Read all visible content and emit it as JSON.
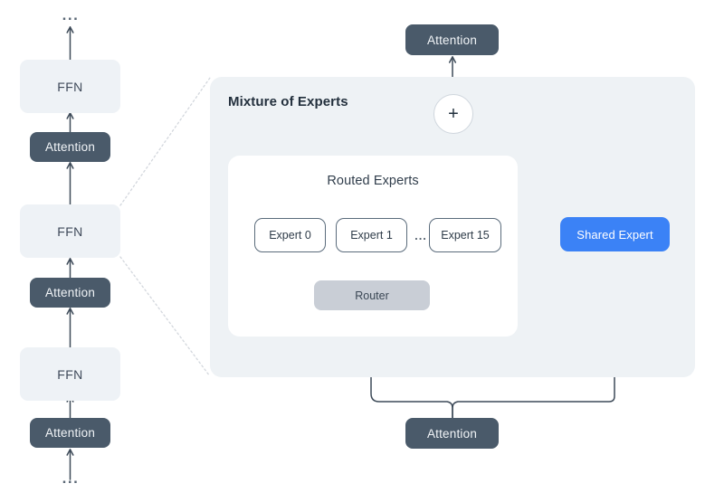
{
  "diagram": {
    "title": "Mixture of Experts transformer stack",
    "colors": {
      "ffn_fill": "#eef2f6",
      "attention_fill": "#4a5a6a",
      "moe_panel_fill": "#eef2f5",
      "routed_panel_fill": "#ffffff",
      "router_fill": "#c9ced6",
      "shared_expert_fill": "#3b82f6",
      "wire_stroke": "#3d4a58",
      "dotted_stroke": "#d3d7dd"
    }
  },
  "left_stack": {
    "top_ellipsis": "...",
    "bottom_ellipsis": "...",
    "blocks": [
      {
        "type": "ffn",
        "label": "FFN"
      },
      {
        "type": "attention",
        "label": "Attention"
      },
      {
        "type": "ffn",
        "label": "FFN"
      },
      {
        "type": "attention",
        "label": "Attention"
      },
      {
        "type": "ffn",
        "label": "FFN"
      },
      {
        "type": "attention",
        "label": "Attention"
      }
    ]
  },
  "moe": {
    "panel_title": "Mixture of Experts",
    "top_attention_label": "Attention",
    "bottom_attention_label": "Attention",
    "combine_symbol": "+",
    "routed": {
      "title": "Routed Experts",
      "experts": [
        {
          "label": "Expert 0"
        },
        {
          "label": "Expert 1"
        },
        {
          "label": "Expert 15"
        }
      ],
      "ellipsis": "...",
      "router_label": "Router"
    },
    "shared_expert_label": "Shared Expert"
  }
}
